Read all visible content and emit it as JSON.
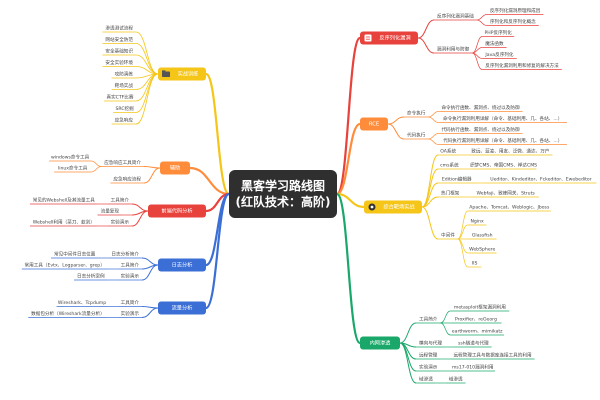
{
  "center": {
    "line1": "黑客学习路线图",
    "line2": "(红队技术：高阶)"
  },
  "branches": [
    {
      "id": "serialize",
      "side": "right",
      "icon": "database-icon",
      "label": "反序列化漏洞",
      "color": "#e8423c",
      "children": [
        {
          "label": "反序列化漏洞基础",
          "children": [
            "反序列化漏洞原理和成因",
            "序列化和反序列化概念"
          ]
        },
        {
          "label": "漏洞利用与防御",
          "children": [
            "PHP反序列化",
            "魔法函数",
            "Java反序列化",
            "反序列化漏洞利用和修复的解决方法"
          ]
        }
      ]
    },
    {
      "id": "rce",
      "side": "right",
      "icon": "",
      "label": "RCE",
      "color": "#ff8c3a",
      "children": [
        {
          "label": "命令执行",
          "children": [
            "命令执行函数、漏洞点、绕过以及防御",
            "命令执行漏洞利用详解（命令、基础利用、几、各站、...）"
          ]
        },
        {
          "label": "代码执行",
          "children": [
            "代码执行函数、漏洞点、绕过以及防御",
            "代码执行漏洞利用详解（命令、基础利用、几、各站、...）"
          ]
        }
      ]
    },
    {
      "id": "middleware",
      "side": "right",
      "icon": "gear-icon",
      "label": "综合靶场实战",
      "color": "#f5c518",
      "children": [
        {
          "label": "OA系统",
          "children": [
            "致远、蓝凌、用友、泛微、通达、万户"
          ]
        },
        {
          "label": "cms系统",
          "children": [
            "织梦CMS、帝国CMS、禅达CMS"
          ]
        },
        {
          "label": "Edition编辑器",
          "children": [
            "Ueditor、Kindeditor、Fckeditor、Ewebeditor"
          ]
        },
        {
          "label": "热门框架",
          "children": [
            "Webfaji、致峰网关、Struts"
          ]
        },
        {
          "label": "中间件",
          "children": [
            "Apache、Tomcat、Weblogic、Jboss",
            "Nginx",
            "Glassfish",
            "WebSphere",
            "IIS"
          ]
        }
      ]
    },
    {
      "id": "intranet",
      "side": "right",
      "icon": "",
      "label": "内网渗透",
      "color": "#1aa86a",
      "children": [
        {
          "label": "工具简介",
          "children": [
            "metasploit框架漏洞利用",
            "Proxifier、reGeorg",
            "earthworm、mimikatz"
          ]
        },
        {
          "label": "横向与代理",
          "children": [
            "ssh隧道与代理"
          ]
        },
        {
          "label": "远程管理",
          "children": [
            "远程管理工具与数据库连接工具的利用"
          ]
        },
        {
          "label": "实验演示",
          "children": [
            "ms17-010漏洞利用"
          ]
        },
        {
          "label": "域渗透",
          "children": [
            "域渗透"
          ]
        }
      ]
    },
    {
      "id": "practice",
      "side": "left",
      "icon": "folder-icon",
      "label": "实战训练",
      "color": "#f5c518",
      "children": [
        "渗透测试流程",
        "网站安全防范",
        "安全基础知识",
        "安全实验环境",
        "攻防演练",
        "靶场实战",
        "真实CTF比赛",
        "SRC挖掘",
        "应急响应"
      ]
    },
    {
      "id": "weapon",
      "side": "left",
      "icon": "",
      "label": "辅助",
      "color": "#ff8c3a",
      "children": [
        {
          "label": "应急响应工具简介",
          "children": [
            "windows命令工具",
            "linux命令工具"
          ]
        },
        {
          "label": "应急响应流程",
          "children": []
        }
      ]
    },
    {
      "id": "audit",
      "side": "left",
      "icon": "",
      "label": "前端代码分析",
      "color": "#e8423c",
      "children": [
        {
          "label": "工具简介",
          "children": [
            "常见的Webshell及其流量工具"
          ]
        },
        {
          "label": "",
          "children": [
            "流量复现"
          ]
        },
        {
          "label": "实验演示",
          "children": [
            "Webshell利用（菜刀、蚁剑）"
          ]
        }
      ]
    },
    {
      "id": "log",
      "side": "left",
      "icon": "",
      "label": "日志分析",
      "color": "#3b6fd6",
      "children": [
        {
          "label": "日志分析简介",
          "children": [
            "常见中间件日志位置"
          ]
        },
        {
          "label": "工具简介",
          "children": [
            "常用工具（Evtx、Logparser、grep）"
          ]
        },
        {
          "label": "实验演示",
          "children": [
            "日志分析案例"
          ]
        }
      ]
    },
    {
      "id": "traffic",
      "side": "left",
      "icon": "",
      "label": "流量分析",
      "color": "#3b6fd6",
      "children": [
        {
          "label": "工具简介",
          "children": [
            "Wireshark、Tcpdump"
          ]
        },
        {
          "label": "实验演示",
          "children": [
            "数据包分析（Wireshark流量分析）"
          ]
        }
      ]
    }
  ]
}
